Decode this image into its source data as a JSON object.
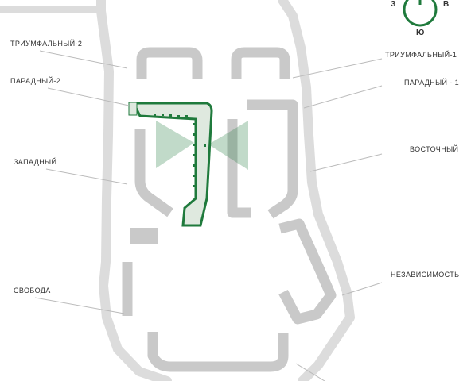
{
  "compass": {
    "west": "З",
    "east": "В",
    "south": "Ю",
    "accent_color": "#1f7a3c"
  },
  "labels": {
    "triumph2": "ТРИУМФАЛЬНЫЙ-2",
    "parade2": "ПАРАДНЫЙ-2",
    "west": "ЗАПАДНЫЙ",
    "freedom": "СВОБОДА",
    "triumph1": "ТРИУМФАЛЬНЫЙ-1",
    "parade1": "ПАРАДНЫЙ - 1",
    "east": "ВОСТОЧНЫЙ",
    "independence": "НЕЗАВИСИМОСТЬ"
  },
  "colors": {
    "territory": "#dcdcdc",
    "building": "#c9c9c9",
    "highlight_fill": "#dfe9df",
    "highlight_stroke": "#1f7a3c",
    "leader_line": "#bbbbbb"
  }
}
